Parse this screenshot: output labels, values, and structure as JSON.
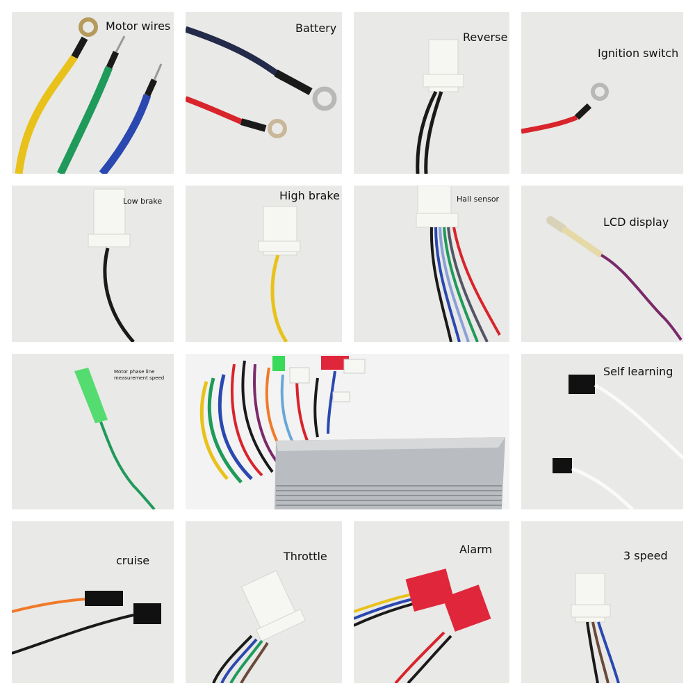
{
  "labels": {
    "motor_wires": "Motor wires",
    "battery": "Battery",
    "reverse": "Reverse",
    "ignition_switch": "Ignition switch",
    "low_brake": "Low brake",
    "high_brake": "High brake",
    "hall_sensor": "Hall sensor",
    "lcd_display": "LCD display",
    "motor_phase_line": "Motor phase line measurement speed",
    "self_learning": "Self learning",
    "cruise": "cruise",
    "throttle": "Throttle",
    "alarm": "Alarm",
    "three_speed": "3 speed"
  },
  "colors": {
    "panel_bg": "#e9e9e7",
    "yellow": "#e8c21a",
    "green": "#1f9a5a",
    "blue": "#2a48b0",
    "black": "#1a1a1a",
    "red": "#d8242b",
    "purple": "#7a2a6a",
    "orange": "#f07a2a",
    "white_wire": "#fafafa",
    "connector": "#f6f6f2",
    "alarm_red": "#e0263a",
    "controller_silver": "#b9bcc0"
  }
}
